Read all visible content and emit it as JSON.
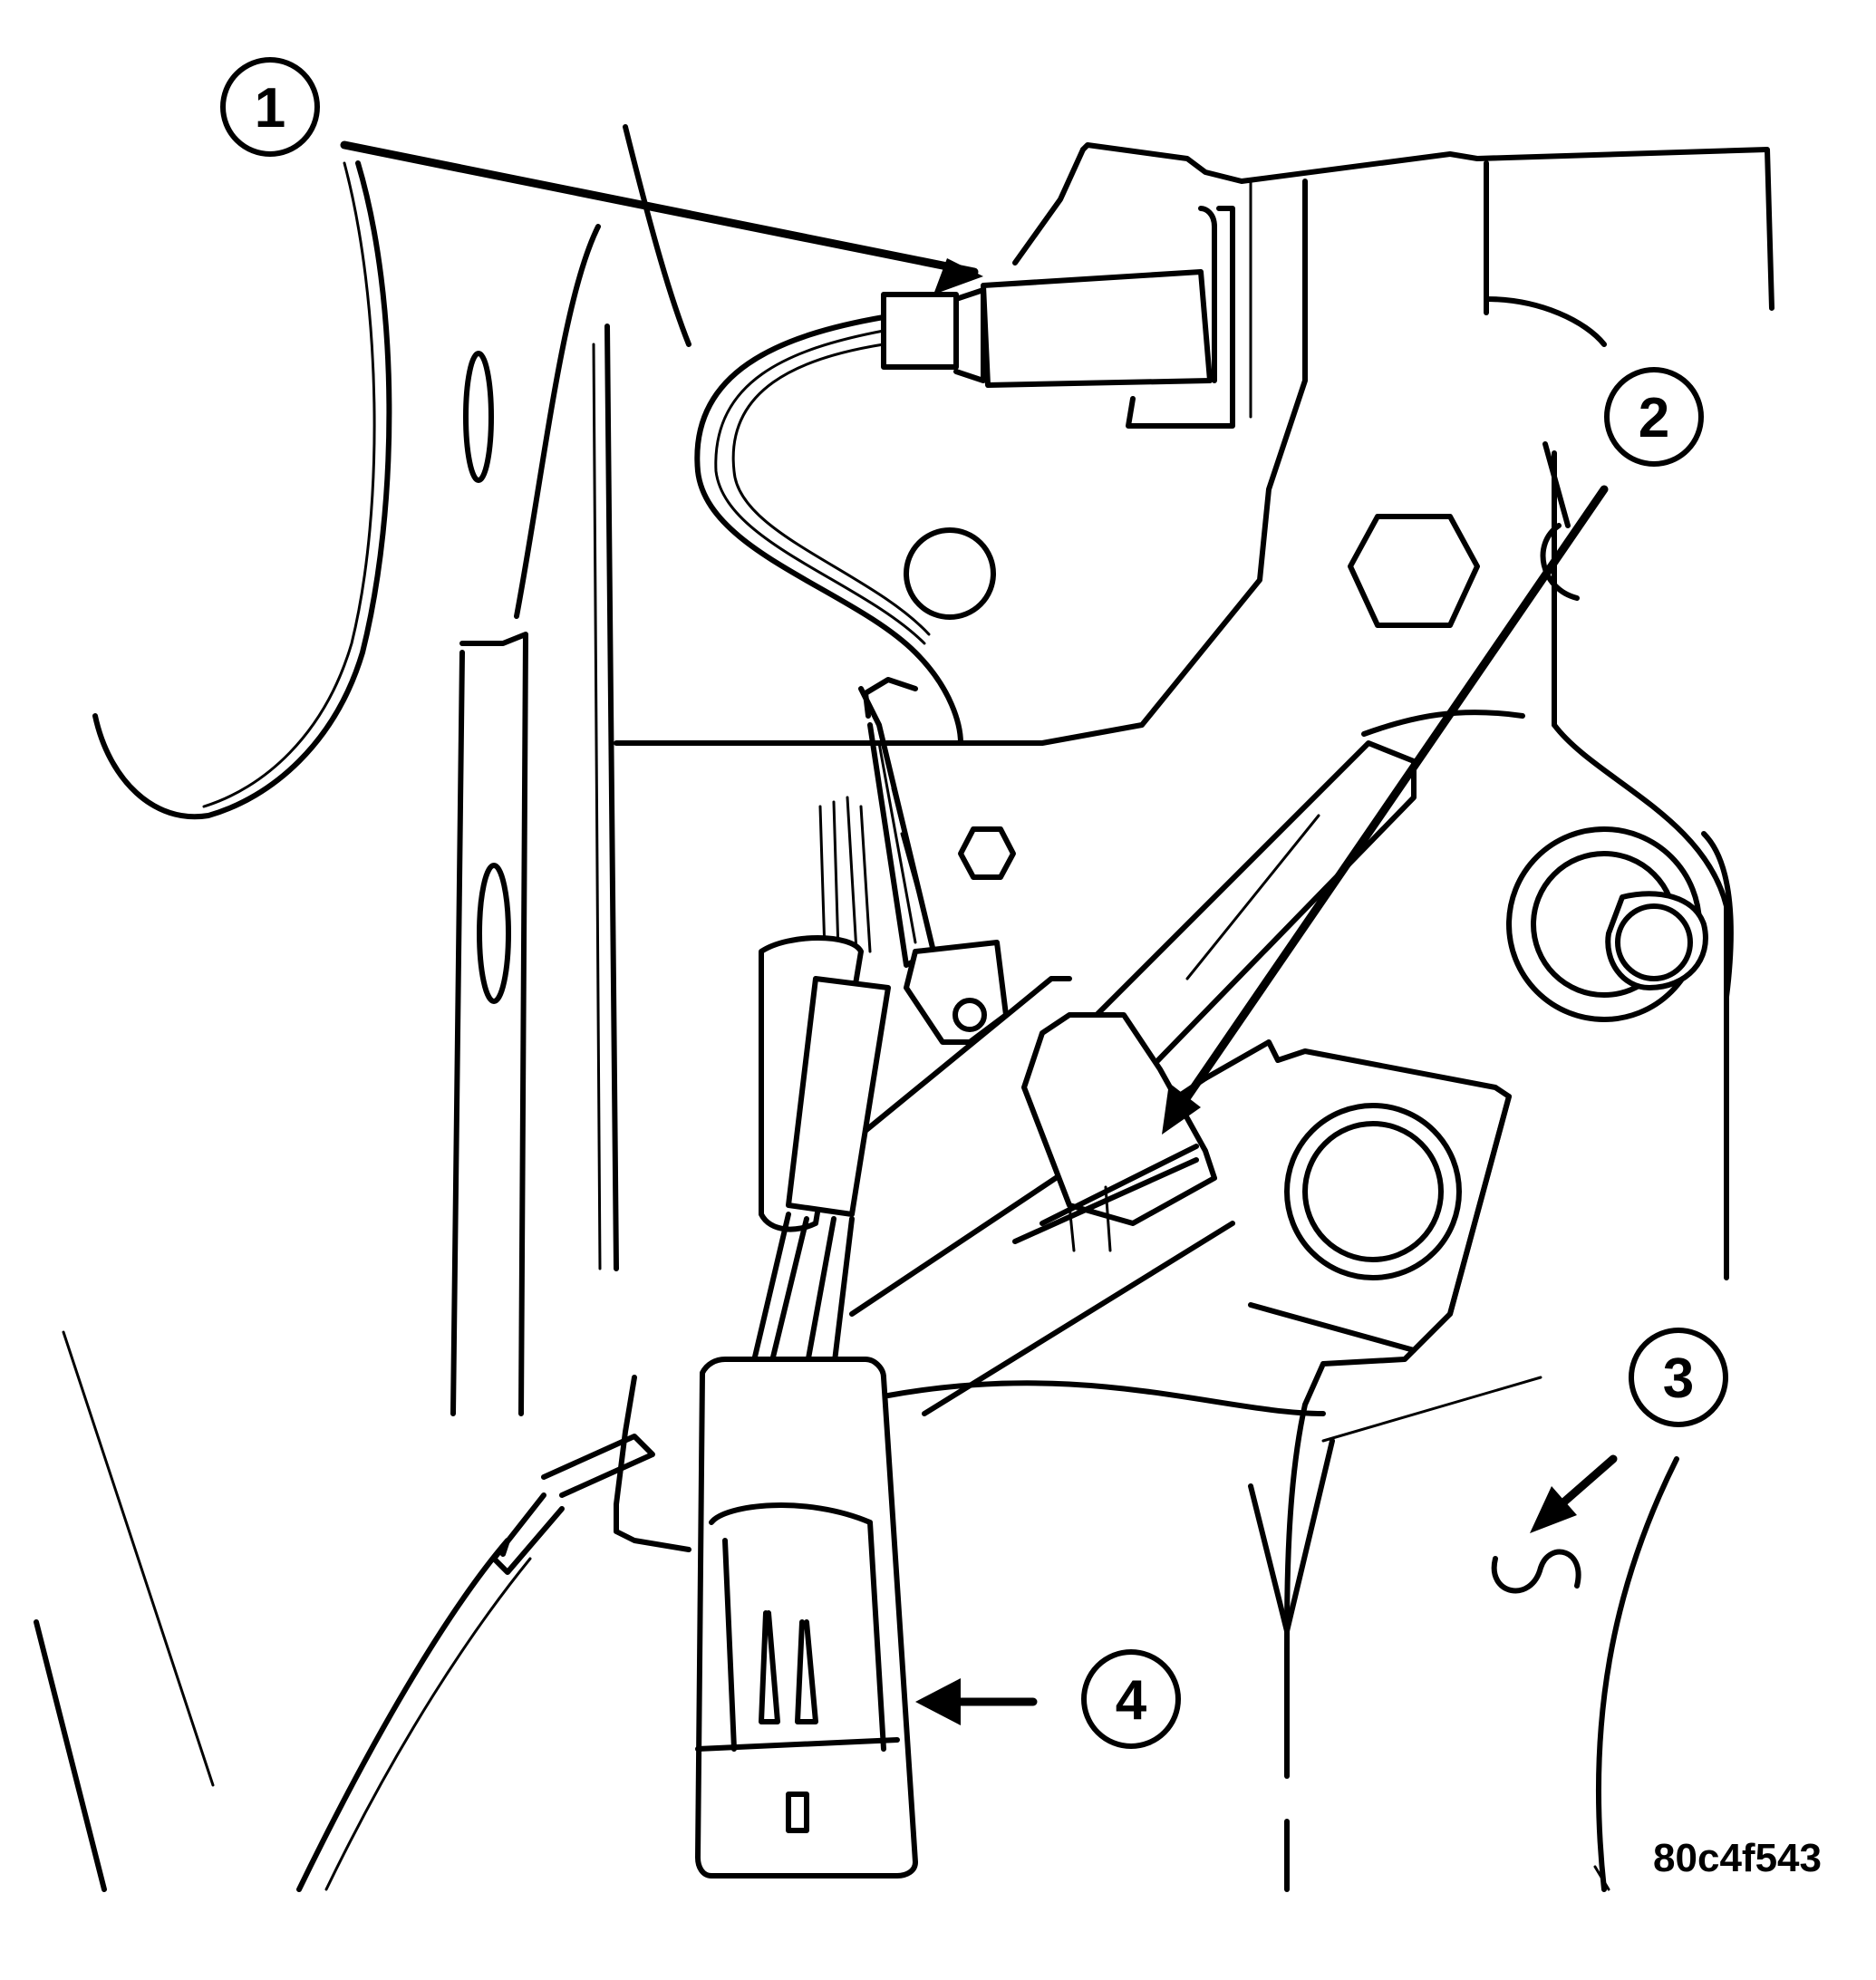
{
  "callouts": [
    {
      "id": "1",
      "label": "1"
    },
    {
      "id": "2",
      "label": "2"
    },
    {
      "id": "3",
      "label": "3"
    },
    {
      "id": "4",
      "label": "4"
    }
  ],
  "figure_id": "80c4f543"
}
